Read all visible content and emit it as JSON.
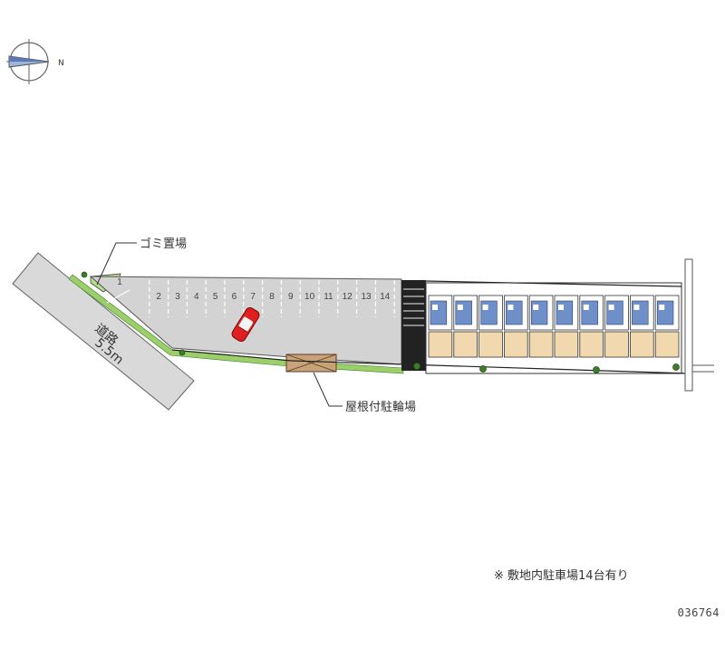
{
  "map": {
    "compass_letter": "N",
    "road": {
      "name": "道路",
      "width": "5.5m"
    },
    "labels": {
      "garbage": "ゴミ置場",
      "bicycle": "屋根付駐輪場"
    },
    "parking_space_numbers": [
      "1",
      "2",
      "3",
      "4",
      "5",
      "6",
      "7",
      "8",
      "9",
      "10",
      "11",
      "12",
      "13",
      "14"
    ],
    "building_units_count": 10,
    "footnote": "※ 敷地内駐車場14台有り",
    "map_id": "036764",
    "colors": {
      "lot": "#d3d3d3",
      "lot_stroke": "#555555",
      "green": "#9ccf6a",
      "road": "#d9d9d9",
      "building_top": "#6f8fc8",
      "building_bottom": "#f2d8ae",
      "car": "#e02020",
      "bike_shed": "#c9a27a"
    }
  }
}
